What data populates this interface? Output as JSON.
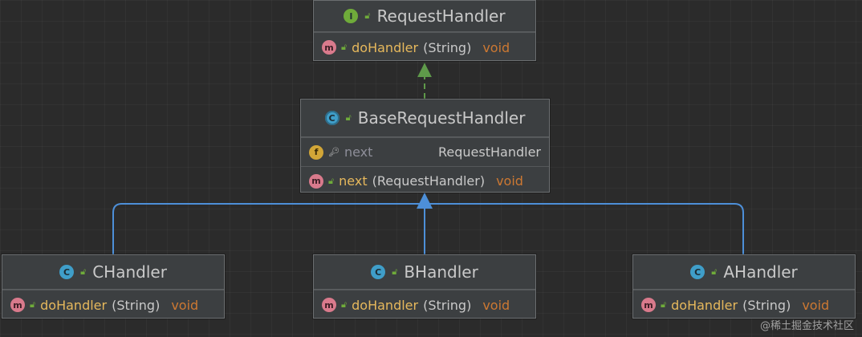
{
  "colors": {
    "realization": "#5f9a4a",
    "inheritance": "#4d8fd8",
    "background": "#2b2b2b"
  },
  "nodes": {
    "request_handler": {
      "badge": "I",
      "name": "RequestHandler",
      "methods": [
        {
          "badge": "m",
          "name": "doHandler",
          "params": "(String)",
          "return": "void"
        }
      ]
    },
    "base_request_handler": {
      "badge": "C",
      "name": "BaseRequestHandler",
      "fields": [
        {
          "badge": "f",
          "name": "next",
          "type": "RequestHandler"
        }
      ],
      "methods": [
        {
          "badge": "m",
          "name": "next",
          "params": "(RequestHandler)",
          "return": "void"
        }
      ]
    },
    "c_handler": {
      "badge": "C",
      "name": "CHandler",
      "methods": [
        {
          "badge": "m",
          "name": "doHandler",
          "params": "(String)",
          "return": "void"
        }
      ]
    },
    "b_handler": {
      "badge": "C",
      "name": "BHandler",
      "methods": [
        {
          "badge": "m",
          "name": "doHandler",
          "params": "(String)",
          "return": "void"
        }
      ]
    },
    "a_handler": {
      "badge": "C",
      "name": "AHandler",
      "methods": [
        {
          "badge": "m",
          "name": "doHandler",
          "params": "(String)",
          "return": "void"
        }
      ]
    }
  },
  "watermark": "@稀土掘金技术社区"
}
